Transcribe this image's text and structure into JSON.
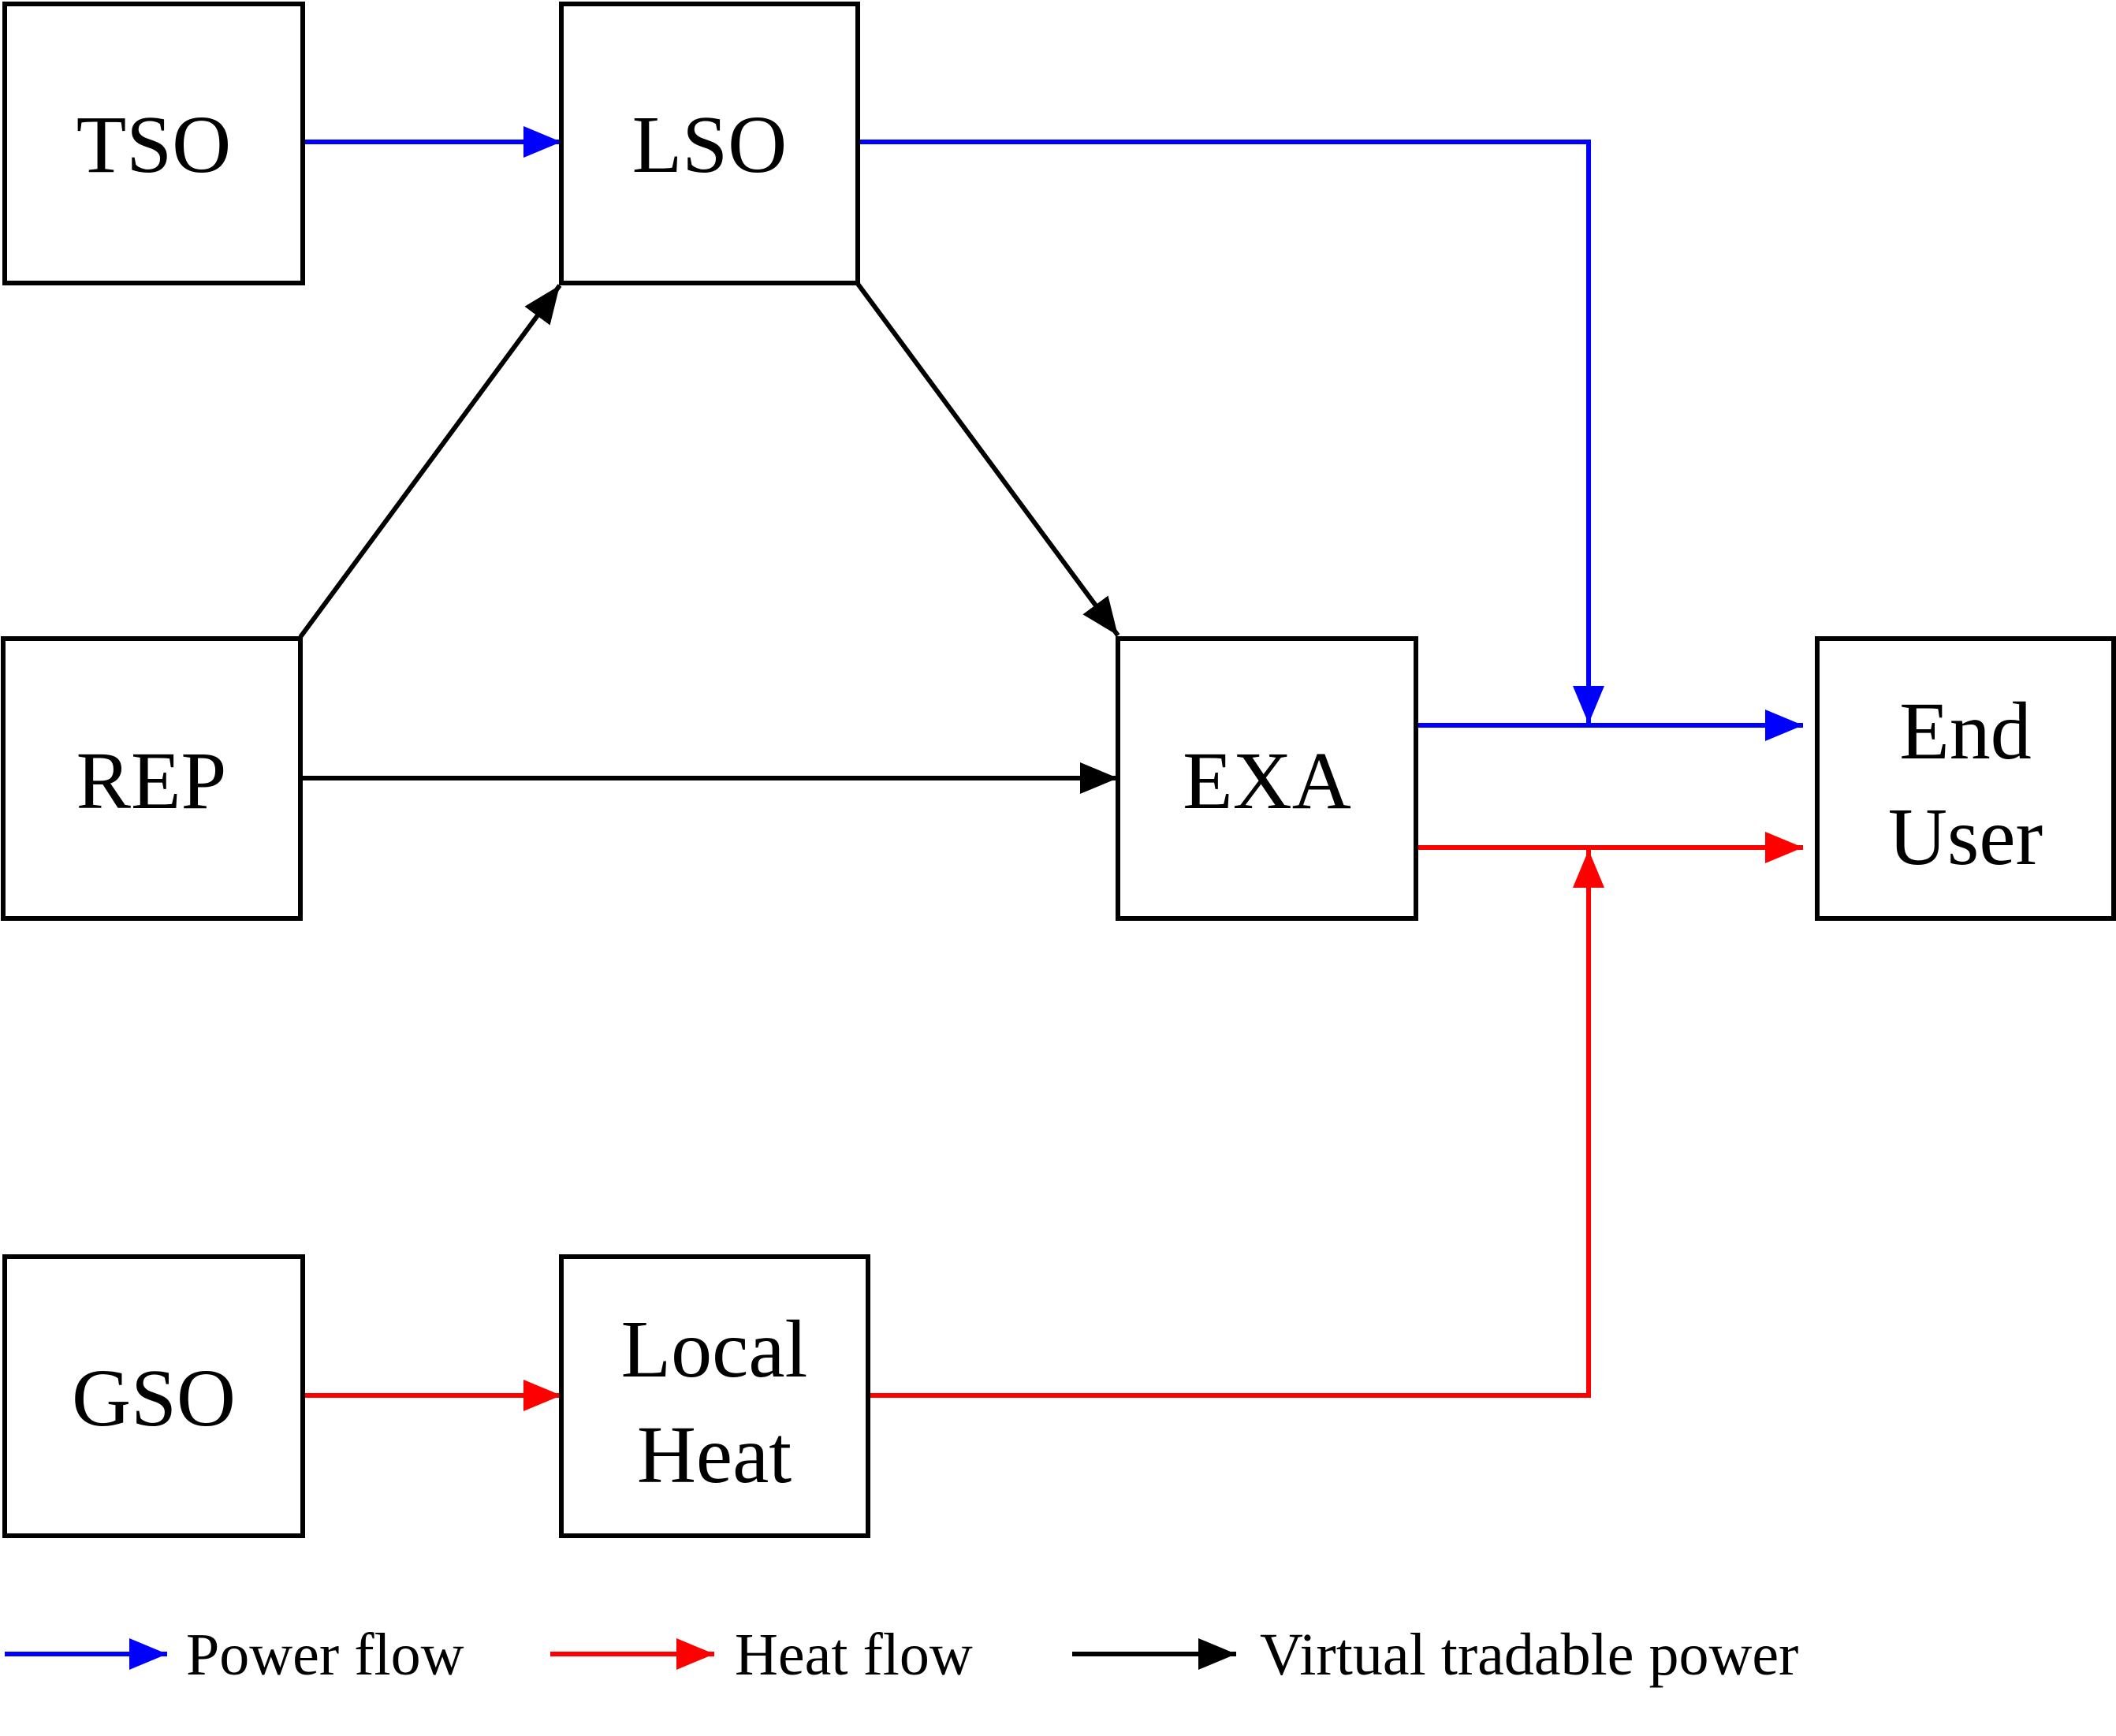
{
  "colors": {
    "power": "#0000ff",
    "heat": "#ff0000",
    "virtual": "#000000"
  },
  "nodes": {
    "tso": "TSO",
    "lso": "LSO",
    "rep": "REP",
    "exa": "EXA",
    "end_user": [
      "End",
      "User"
    ],
    "gso": "GSO",
    "local_heat": [
      "Local",
      "Heat"
    ]
  },
  "legend": {
    "power": "Power flow",
    "heat": "Heat flow",
    "virtual": "Virtual tradable power"
  }
}
